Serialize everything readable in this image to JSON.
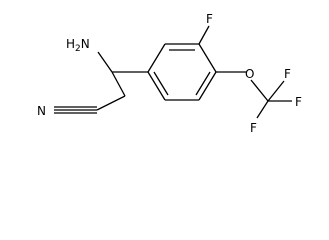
{
  "molecule": {
    "atoms": [
      {
        "id": "nh2",
        "label": "NH2",
        "display": [
          "H",
          "2",
          "N"
        ]
      },
      {
        "id": "f_ring",
        "label": "F"
      },
      {
        "id": "o",
        "label": "O"
      },
      {
        "id": "n_nitrile",
        "label": "N"
      },
      {
        "id": "f1",
        "label": "F"
      },
      {
        "id": "f2",
        "label": "F"
      },
      {
        "id": "f3",
        "label": "F"
      }
    ]
  }
}
